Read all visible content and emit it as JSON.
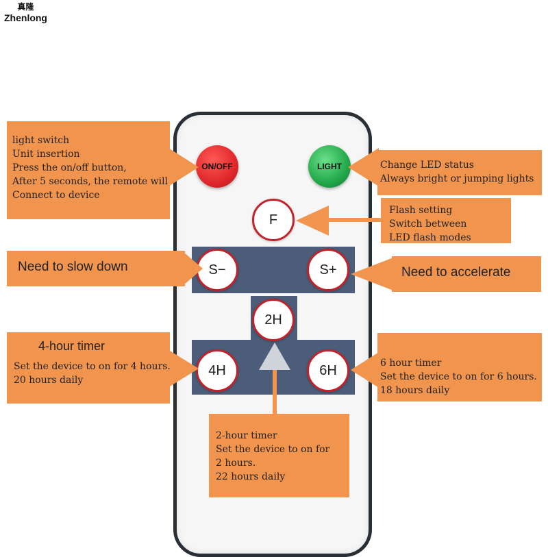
{
  "logo": {
    "chinese": "真隆",
    "english": "Zhenlong"
  },
  "buttons": {
    "on_off": "ON/OFF",
    "light": "LIGHT",
    "flash": "F",
    "speed_down": "S−",
    "speed_up": "S+",
    "timer_2h": "2H",
    "timer_4h": "4H",
    "timer_6h": "6H"
  },
  "callouts": {
    "on_off": [
      "light switch",
      "Unit insertion",
      "Press the on/off button,",
      "After 5 seconds, the remote will",
      "Connect to device"
    ],
    "light": [
      "Change LED status",
      "Always bright or jumping lights"
    ],
    "flash": [
      "Flash setting",
      "Switch between",
      "LED flash modes"
    ],
    "speed_down": "Need to slow down",
    "speed_up": "Need to accelerate",
    "timer_4h": {
      "title": "4-hour timer",
      "lines": [
        "Set the device to on for 4 hours.",
        "20 hours daily"
      ]
    },
    "timer_6h": [
      "6 hour timer",
      "Set the device to on for 6 hours.",
      "18 hours daily"
    ],
    "timer_2h": [
      "2-hour timer",
      "Set the device to on for",
      "2 hours.",
      "22 hours daily"
    ]
  },
  "colors": {
    "callout": "#f0944e",
    "panel": "#4b5d78",
    "on_off_button": "#e0282c",
    "light_button": "#22a84a",
    "button_ring": "#c0232b"
  }
}
